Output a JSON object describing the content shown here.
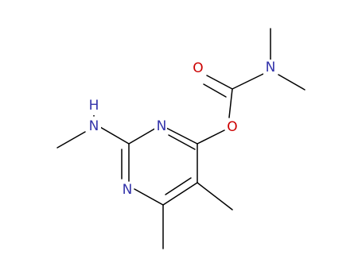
{
  "molecule": {
    "atoms": {
      "n_ring_top": {
        "symbol": "N",
        "color": "#3333aa"
      },
      "n_ring_bottom": {
        "symbol": "N",
        "color": "#3333aa"
      },
      "n_amine": {
        "symbol": "N",
        "color": "#3333aa"
      },
      "h_amine": {
        "symbol": "H",
        "color": "#3333aa"
      },
      "n_carbamate": {
        "symbol": "N",
        "color": "#3333aa"
      },
      "o_ester": {
        "symbol": "O",
        "color": "#cc0000"
      },
      "o_carbonyl": {
        "symbol": "O",
        "color": "#cc0000"
      }
    },
    "bond_color": "#000000"
  }
}
